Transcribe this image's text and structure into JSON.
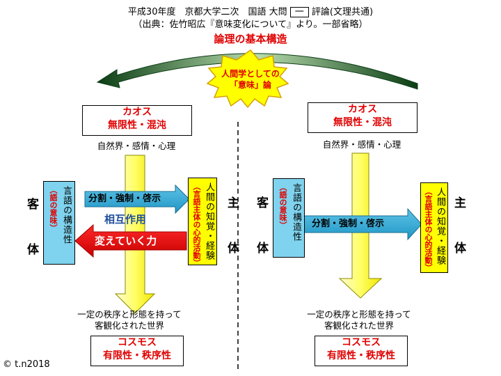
{
  "header": {
    "line1_pre": "平成30年度　京都大学二次　国語 大問",
    "line1_box": "一",
    "line1_post": "評論(文理共通)",
    "line2": "（出典：佐竹昭広『意味変化について』より。一部省略）",
    "line3": "論理の基本構造"
  },
  "center_badge": {
    "line1": "人間学としての",
    "line2": "「意味」論"
  },
  "left_panel": {
    "chaos_title": "カオス",
    "chaos_sub": "無限性・混沌",
    "nature": "自然界・感情・心理",
    "object_label": "客\n体",
    "language_box": "言語の構造性",
    "language_sub": "（語の意味）",
    "arrow_right": "分割・強制・啓示",
    "mutual": "相互作用",
    "arrow_left": "変えていく力",
    "human_box": "人間の知覚・経験",
    "human_sub": "（言語主体の心的活動）",
    "subject_label": "主\n体",
    "world_line1": "一定の秩序と形態を持って",
    "world_line2": "客観化された世界",
    "cosmos_title": "コスモス",
    "cosmos_sub": "有限性・秩序性"
  },
  "right_panel": {
    "chaos_title": "カオス",
    "chaos_sub": "無限性・混沌",
    "nature": "自然界・感情・心理",
    "object_label": "客\n体",
    "language_box": "言語の構造性",
    "language_sub": "（語の意味）",
    "arrow_right": "分割・強制・啓示",
    "human_box": "人間の知覚・経験",
    "human_sub": "（言語主体の心的活動）",
    "subject_label": "主\n体",
    "world_line1": "一定の秩序と形態を持って",
    "world_line2": "客観化された世界",
    "cosmos_title": "コスモス",
    "cosmos_sub": "有限性・秩序性"
  },
  "footer": {
    "copyright": "© t.n2018"
  },
  "colors": {
    "blue": "#7fd3ee",
    "yellow": "#ffff00",
    "red": "#e00000",
    "green_arc": "#1f5c2a"
  }
}
